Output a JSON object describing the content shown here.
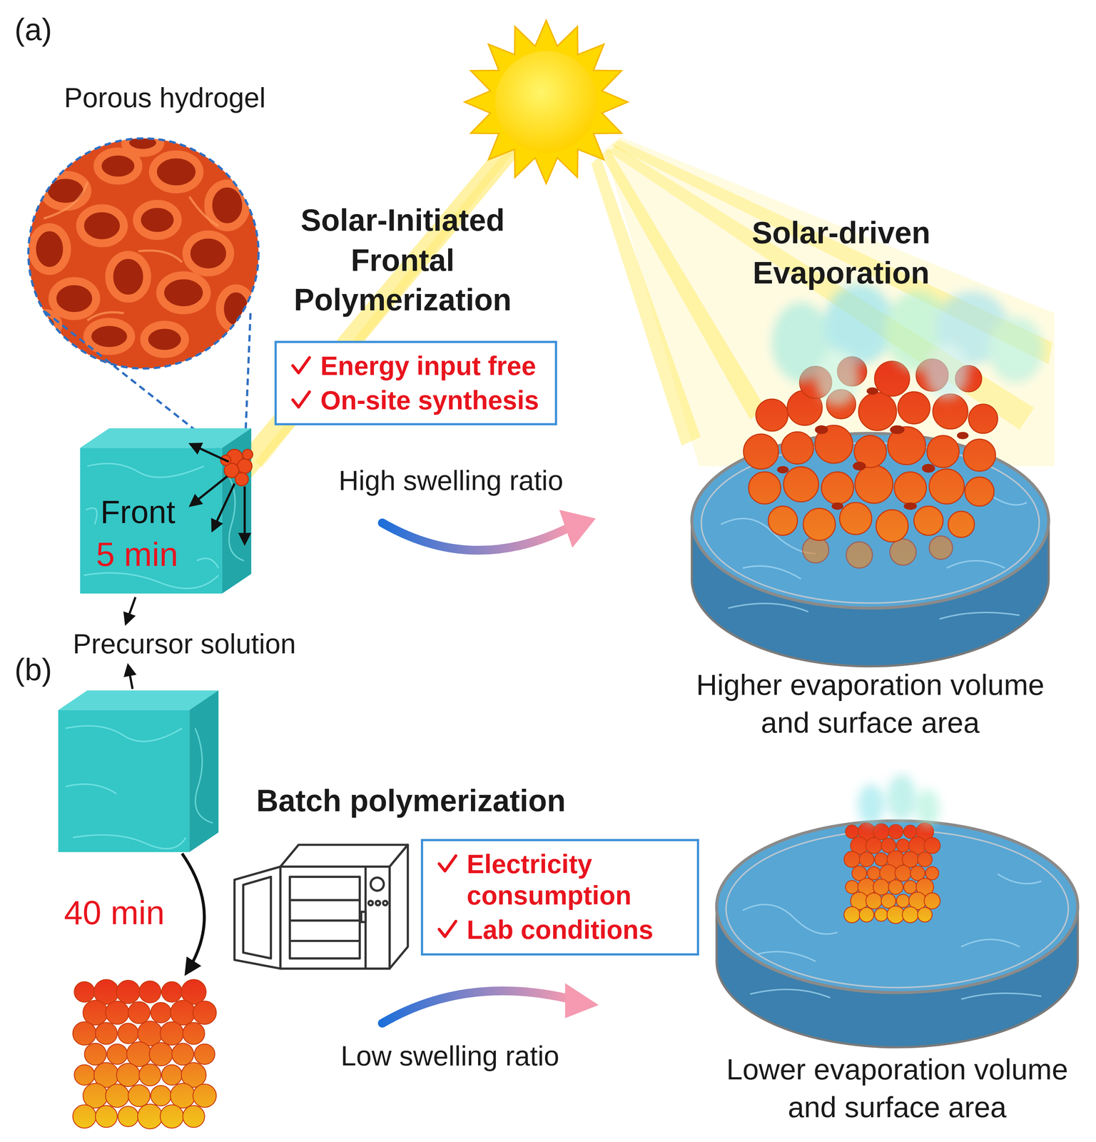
{
  "diagram": {
    "nodes": [
      {
        "text": [
          "Energy input free",
          "On-site synthesis"
        ]
      },
      {
        "text": [
          "Front",
          "5 min"
        ]
      },
      {
        "text": [
          "Electricity consumption",
          "Lab conditions"
        ]
      }
    ],
    "labels": [
      "(a)",
      "Porous hydrogel",
      "Solar-Initiated Frontal Polymerization",
      "Solar-driven Evaporation",
      "High swelling ratio",
      "Precursor solution",
      "Higher evaporation volume and surface area",
      "(b)",
      "Batch polymerization",
      "40 min",
      "Low swelling ratio",
      "Lower evaporation volume and surface area"
    ]
  }
}
